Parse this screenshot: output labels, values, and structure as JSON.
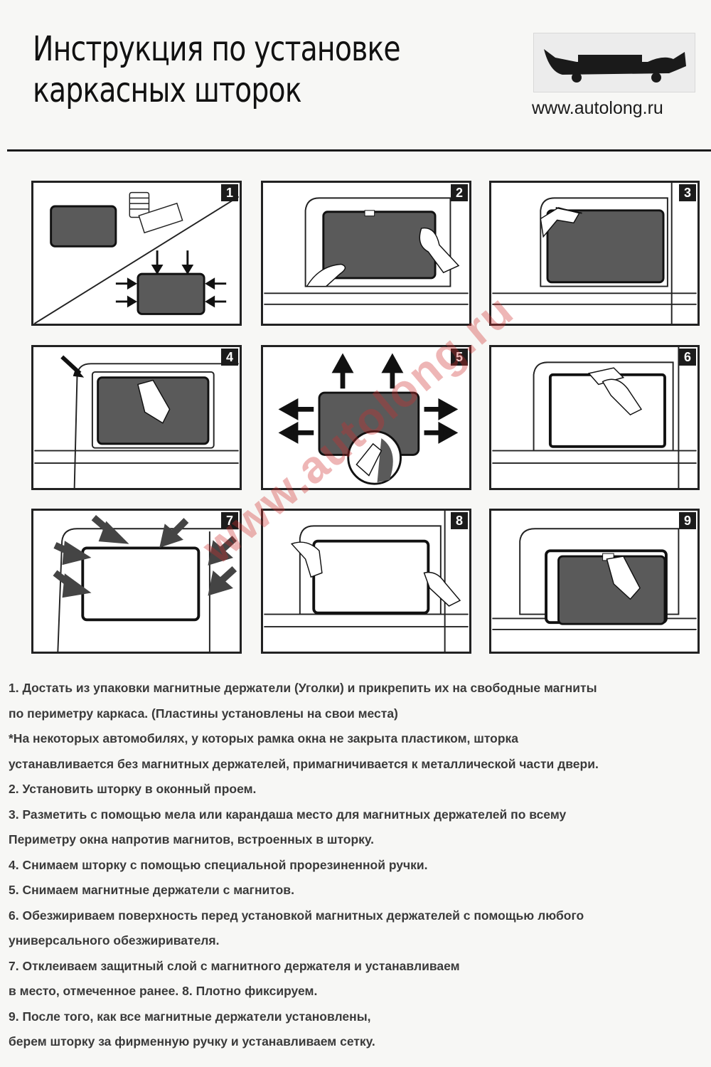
{
  "header": {
    "title_line1": "Инструкция по установке",
    "title_line2": "каркасных шторок",
    "logo_icon": "dachshund-car-logo-icon",
    "website": "www.autolong.ru"
  },
  "panels": [
    {
      "number": "1"
    },
    {
      "number": "2"
    },
    {
      "number": "3"
    },
    {
      "number": "4"
    },
    {
      "number": "5"
    },
    {
      "number": "6"
    },
    {
      "number": "7"
    },
    {
      "number": "8"
    },
    {
      "number": "9"
    }
  ],
  "watermark": "www.autolong.ru",
  "instructions": [
    "1. Достать из упаковки магнитные держатели (Уголки) и прикрепить их на свободные магниты",
    "по периметру каркаса. (Пластины установлены на свои места)",
    "*На некоторых автомобилях, у которых рамка окна не закрыта пластиком, шторка",
    "устанавливается без магнитных держателей, примагничивается к металлической части двери.",
    "2. Установить шторку в оконный проем.",
    "3. Разметить с помощью мела или карандаша место для магнитных держателей по всему",
    "Периметру окна напротив магнитов, встроенных в шторку.",
    "4. Снимаем шторку с помощью специальной прорезиненной ручки.",
    "5. Снимаем магнитные держатели с магнитов.",
    "6. Обезжириваем поверхность перед установкой магнитных держателей с помощью любого",
    "универсального обезжиривателя.",
    "7. Отклеиваем защитный слой с магнитного держателя и  устанавливаем",
    "в место, отмеченное ранее.    8. Плотно фиксируем.",
    "9. После того, как все магнитные держатели установлены,",
    "берем шторку за фирменную ручку и устанавливаем сетку."
  ],
  "colors": {
    "mesh": "#5a5a5a",
    "watermark": "#cd2d2d"
  }
}
